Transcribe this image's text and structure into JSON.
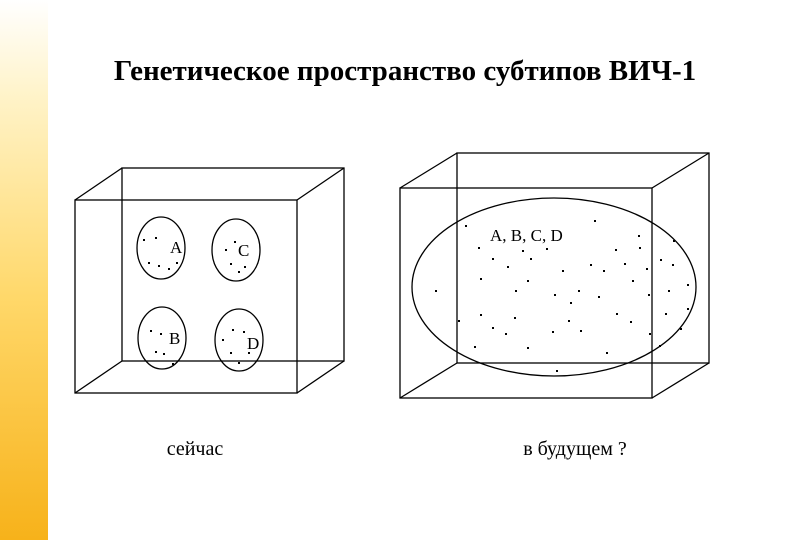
{
  "slide": {
    "title": "Генетическое пространство субтипов ВИЧ-1",
    "caption_left": "сейчас",
    "caption_right": "в будущем ?"
  },
  "diagram": {
    "left_box": {
      "clusters": [
        "A",
        "B",
        "C",
        "D"
      ]
    },
    "right_box": {
      "merged_label": "A, B, C, D"
    },
    "colors": {
      "accent_bar": "#f7b21a",
      "lines": "#000000"
    }
  }
}
